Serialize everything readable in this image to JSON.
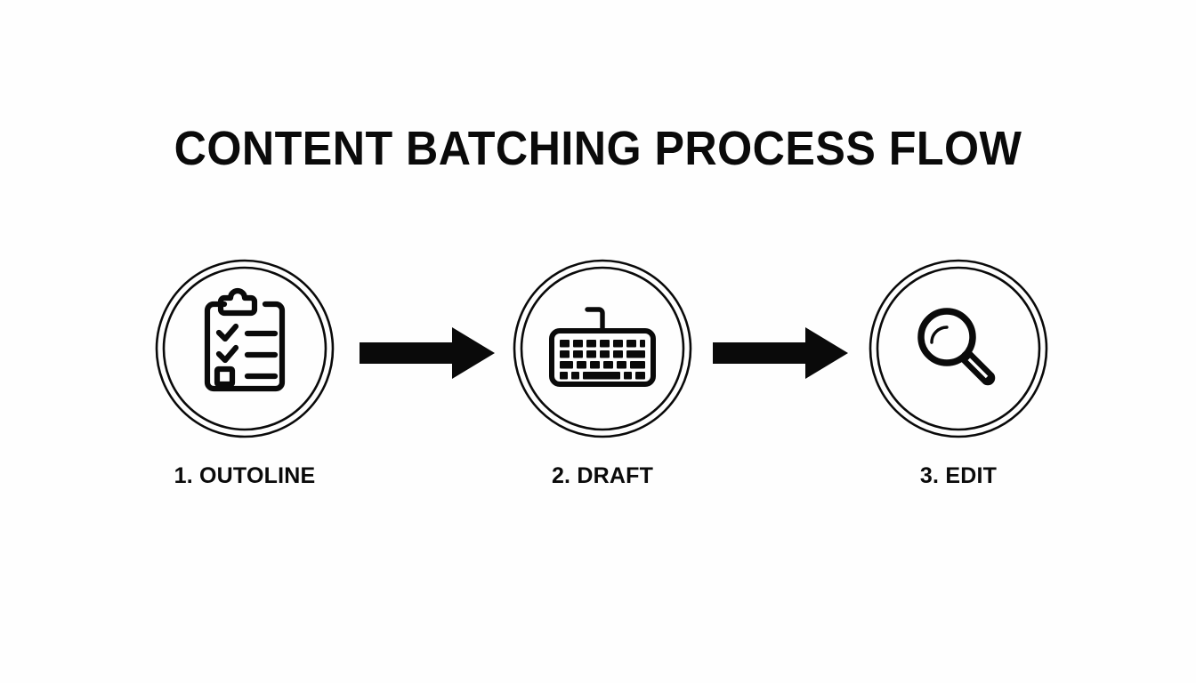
{
  "diagram": {
    "title": "CONTENT BATCHING PROCESS FLOW",
    "background_color": "#fefefe",
    "ink_color": "#0a0a0a",
    "steps": [
      {
        "number": "1",
        "label": "1. OUTOLINE",
        "icon": "clipboard-checklist-icon",
        "icon_description": "clipboard with two checked items and one unchecked checkbox"
      },
      {
        "number": "2",
        "label": "2. DRAFT",
        "icon": "keyboard-icon",
        "icon_description": "wired computer keyboard viewed from above"
      },
      {
        "number": "3",
        "label": "3. EDIT",
        "icon": "magnifying-glass-icon",
        "icon_description": "magnifying glass angled down to the right"
      }
    ],
    "connectors": [
      {
        "from": "1. OUTOLINE",
        "to": "2. DRAFT",
        "icon": "arrow-right-icon"
      },
      {
        "from": "2. DRAFT",
        "to": "3. EDIT",
        "icon": "arrow-right-icon"
      }
    ]
  }
}
